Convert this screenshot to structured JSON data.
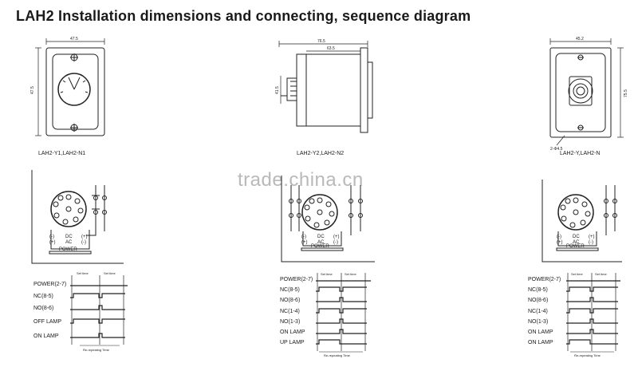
{
  "title": "LAH2  Installation dimensions and connecting, sequence diagram",
  "watermark": "trade.china.cn",
  "dimensions": {
    "front1_width": "47.5",
    "front1_height": "47.5",
    "side_total": "76.5",
    "side_body": "63.5",
    "side_height": "41.5",
    "front3_width": "45.2",
    "front3_height": "75.5",
    "hole_label": "2-Φ4.5"
  },
  "captions": {
    "model1": "LAH2-Y1,LAH2-N1",
    "model2": "LAH2-Y2,LAH2-N2",
    "model3": "LAH2-Y,LAH2-N"
  },
  "wiring": {
    "minus": "(-)",
    "plus": "(+)",
    "dc": "DC",
    "ac": "AC",
    "power": "POWER"
  },
  "sequence1": {
    "labels": [
      "POWER(2-7)",
      "NC(8-5)",
      "NO(8-6)",
      "OFF LAMP",
      "ON LAMP"
    ],
    "set_time": "Set time",
    "repeat": "Re-repeating Time"
  },
  "sequence2": {
    "labels": [
      "POWER(2-7)",
      "NC(8-5)",
      "NO(8-6)",
      "NC(1-4)",
      "NO(1-3)",
      "ON LAMP",
      "UP LAMP"
    ],
    "set_time": "Set time",
    "repeat": "Re-repeating Time"
  },
  "sequence3": {
    "labels": [
      "POWER(2-7)",
      "NC(8-5)",
      "NO(8-6)",
      "NC(1-4)",
      "NO(1-3)",
      "ON LAMP",
      "ON LAMP"
    ],
    "set_time": "Set time",
    "repeat": "Re-repeating Time"
  }
}
